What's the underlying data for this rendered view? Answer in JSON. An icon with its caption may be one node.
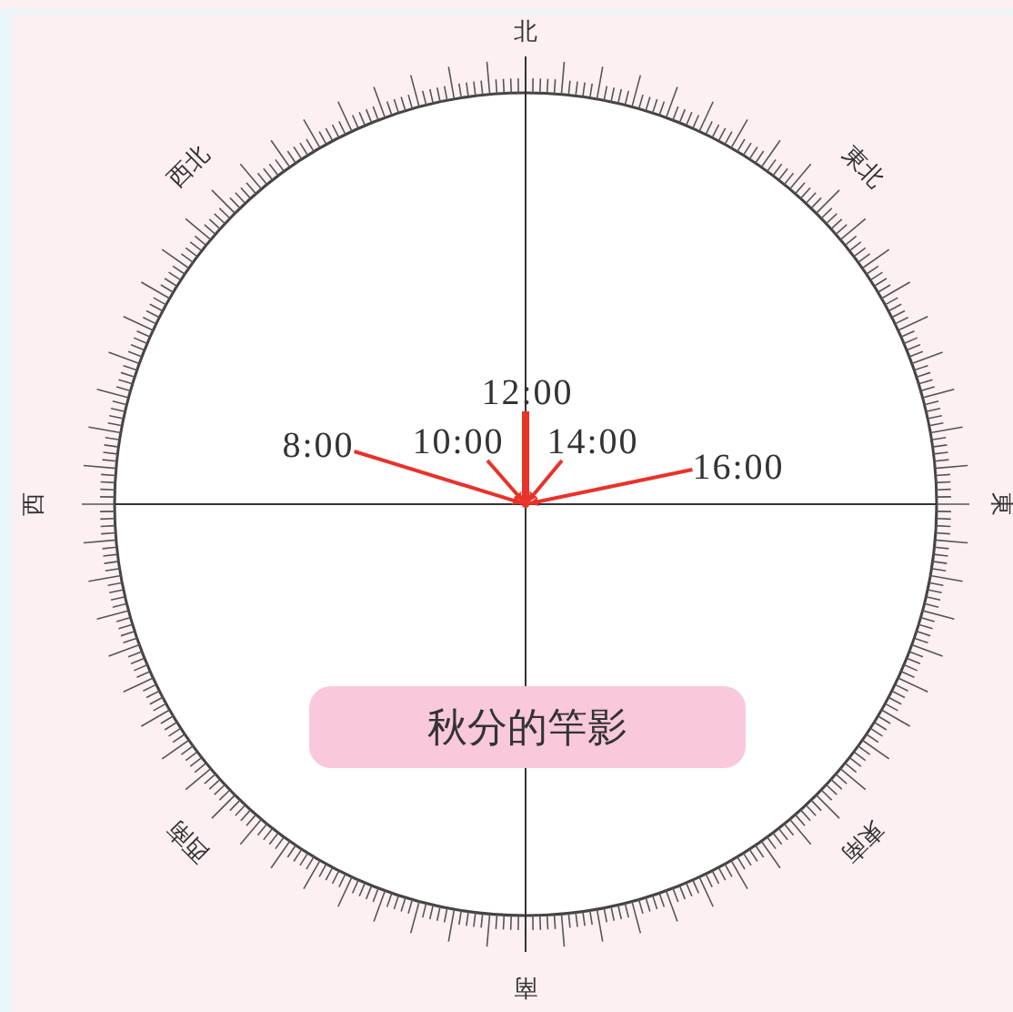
{
  "diagram": {
    "nodes": [
      {
        "text": [
          "12:00"
        ]
      },
      {
        "text": [
          "8:00"
        ]
      },
      {
        "text": [
          "10:00"
        ]
      },
      {
        "text": [
          "14:00"
        ]
      },
      {
        "text": [
          "16:00"
        ]
      },
      {
        "text": [
          "秋分的竿影"
        ]
      },
      {
        "text": [],
        "shape": "circle"
      }
    ],
    "edges": [
      {
        "from": 0,
        "to": 6,
        "arrow": "to",
        "style": "thick"
      },
      {
        "from": 1,
        "to": 6,
        "arrow": "to"
      },
      {
        "from": 2,
        "to": 6,
        "arrow": "to"
      },
      {
        "from": 3,
        "to": 6,
        "arrow": "to"
      },
      {
        "from": 4,
        "to": 6,
        "arrow": "to"
      }
    ],
    "labels": [
      "北",
      "西北",
      "東北",
      "西",
      "東",
      "西南",
      "東南",
      "南"
    ]
  }
}
